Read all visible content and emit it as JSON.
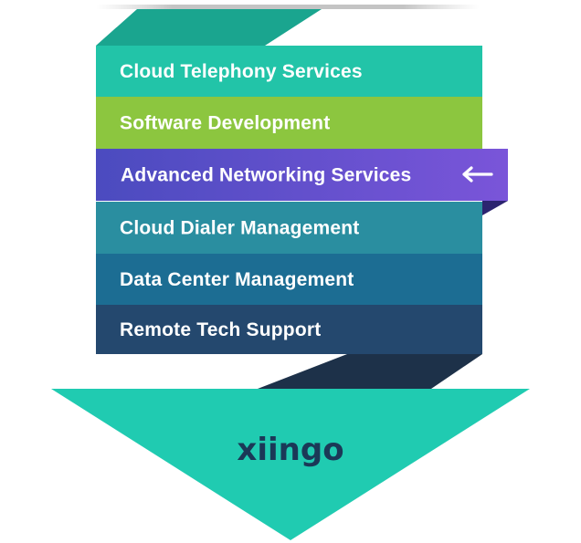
{
  "services": [
    {
      "label": "Cloud Telephony Services",
      "color": "#22c4a8"
    },
    {
      "label": "Software Development",
      "color": "#8cc63f"
    },
    {
      "label": "Advanced Networking Services",
      "color": "#5c4ec8",
      "highlighted": true
    },
    {
      "label": "Cloud Dialer Management",
      "color": "#2a8ea0"
    },
    {
      "label": "Data Center Management",
      "color": "#1c6d93"
    },
    {
      "label": "Remote Tech Support",
      "color": "#24486e"
    }
  ],
  "brand": {
    "name": "xiingo",
    "arrow_color": "#20cbb1",
    "logo_color": "#1b3857"
  },
  "icons": {
    "highlight_marker": "left-arrow-icon"
  }
}
